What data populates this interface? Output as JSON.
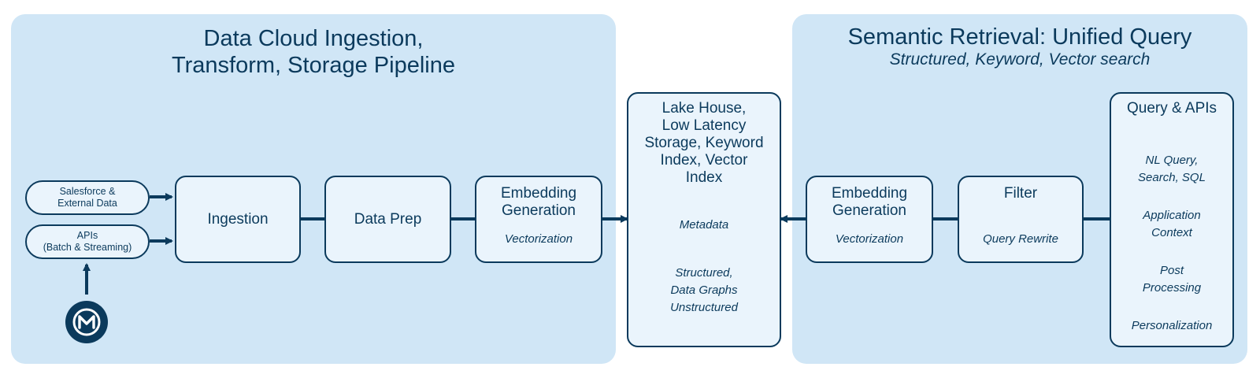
{
  "left_panel": {
    "title_line1": "Data Cloud Ingestion,",
    "title_line2": "Transform, Storage Pipeline"
  },
  "right_panel": {
    "title": "Semantic Retrieval: Unified Query",
    "subtitle": "Structured, Keyword, Vector search"
  },
  "sources": {
    "salesforce": [
      "Salesforce &",
      "External Data"
    ],
    "apis": [
      "APIs",
      "(Batch & Streaming)"
    ],
    "icon": "mulesoft-logo-icon"
  },
  "ingestion": {
    "label": "Ingestion"
  },
  "data_prep": {
    "label": "Data Prep"
  },
  "embedding_left": {
    "title": [
      "Embedding",
      "Generation"
    ],
    "sub": "Vectorization"
  },
  "storage": {
    "title": [
      "Lake House,",
      "Low Latency",
      "Storage, Keyword",
      "Index, Vector",
      "Index"
    ],
    "metadata": "Metadata",
    "types": [
      "Structured,",
      "Data Graphs",
      "Unstructured"
    ]
  },
  "embedding_right": {
    "title": [
      "Embedding",
      "Generation"
    ],
    "sub": "Vectorization"
  },
  "filter": {
    "title": "Filter",
    "sub": "Query Rewrite"
  },
  "query_apis": {
    "title": "Query & APIs",
    "items": [
      [
        "NL Query,",
        "Search, SQL"
      ],
      [
        "Application",
        "Context"
      ],
      [
        "Post",
        "Processing"
      ],
      [
        "Personalization"
      ]
    ]
  },
  "colors": {
    "panel": "#d0e6f6",
    "box": "#eaf4fc",
    "ink": "#0b3a5c"
  }
}
